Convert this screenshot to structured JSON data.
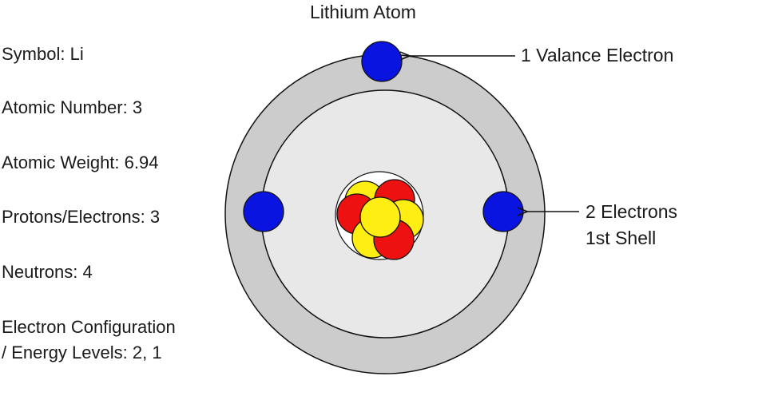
{
  "title": "Lithium Atom",
  "info": {
    "symbol": "Symbol: Li",
    "atomic_number": "Atomic Number: 3",
    "atomic_weight": "Atomic Weight: 6.94",
    "protons_electrons": "Protons/Electrons: 3",
    "neutrons": "Neutrons: 4",
    "electron_config_line1": "Electron Configuration",
    "electron_config_line2": "/ Energy Levels: 2, 1"
  },
  "callouts": {
    "valance": "1 Valance Electron",
    "shell_line1": "2 Electrons",
    "shell_line2": "1st Shell"
  },
  "colors": {
    "electron": "#0a14e0",
    "proton": "#ee1111",
    "neutron": "#ffee11",
    "outer_shell": "#cccccc",
    "inner_shell": "#e8e8e8"
  }
}
